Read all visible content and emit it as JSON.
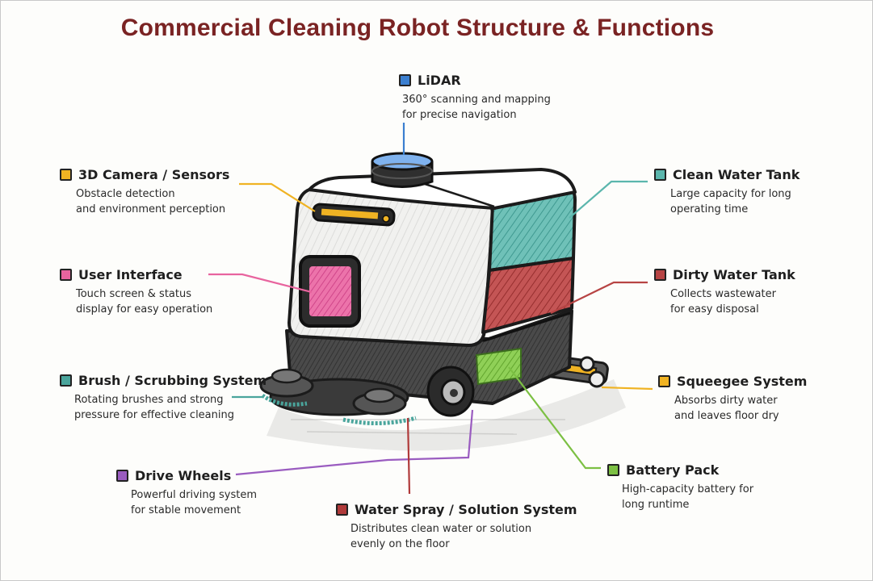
{
  "title": "Commercial Cleaning Robot Structure & Functions",
  "colors": {
    "title": "#7a2323",
    "lidar": "#3b7fd0",
    "camera": "#f0b323",
    "ui": "#e8649e",
    "brush": "#4aa59c",
    "drive": "#9a5cc0",
    "spray": "#b03a3a",
    "clean": "#5bb6ad",
    "dirty": "#b74444",
    "squeegee": "#f0b323",
    "battery": "#7cc043"
  },
  "components": {
    "lidar": {
      "title": "LiDAR",
      "desc": [
        "360° scanning and mapping",
        "for precise navigation"
      ]
    },
    "camera": {
      "title": "3D Camera / Sensors",
      "desc": [
        "Obstacle detection",
        "and environment perception"
      ]
    },
    "ui": {
      "title": "User Interface",
      "desc": [
        "Touch screen & status",
        "display for easy operation"
      ]
    },
    "brush": {
      "title": "Brush / Scrubbing System",
      "desc": [
        "Rotating brushes and strong",
        "pressure for effective cleaning"
      ]
    },
    "drive": {
      "title": "Drive Wheels",
      "desc": [
        "Powerful driving system",
        "for stable movement"
      ]
    },
    "spray": {
      "title": "Water Spray / Solution System",
      "desc": [
        "Distributes clean water or solution",
        "evenly on the floor"
      ]
    },
    "clean": {
      "title": "Clean Water Tank",
      "desc": [
        "Large capacity for long",
        "operating time"
      ]
    },
    "dirty": {
      "title": "Dirty Water Tank",
      "desc": [
        "Collects wastewater",
        "for easy disposal"
      ]
    },
    "squeegee": {
      "title": "Squeegee System",
      "desc": [
        "Absorbs dirty water",
        "and leaves floor dry"
      ]
    },
    "battery": {
      "title": "Battery Pack",
      "desc": [
        "High-capacity battery for",
        "long runtime"
      ]
    }
  }
}
